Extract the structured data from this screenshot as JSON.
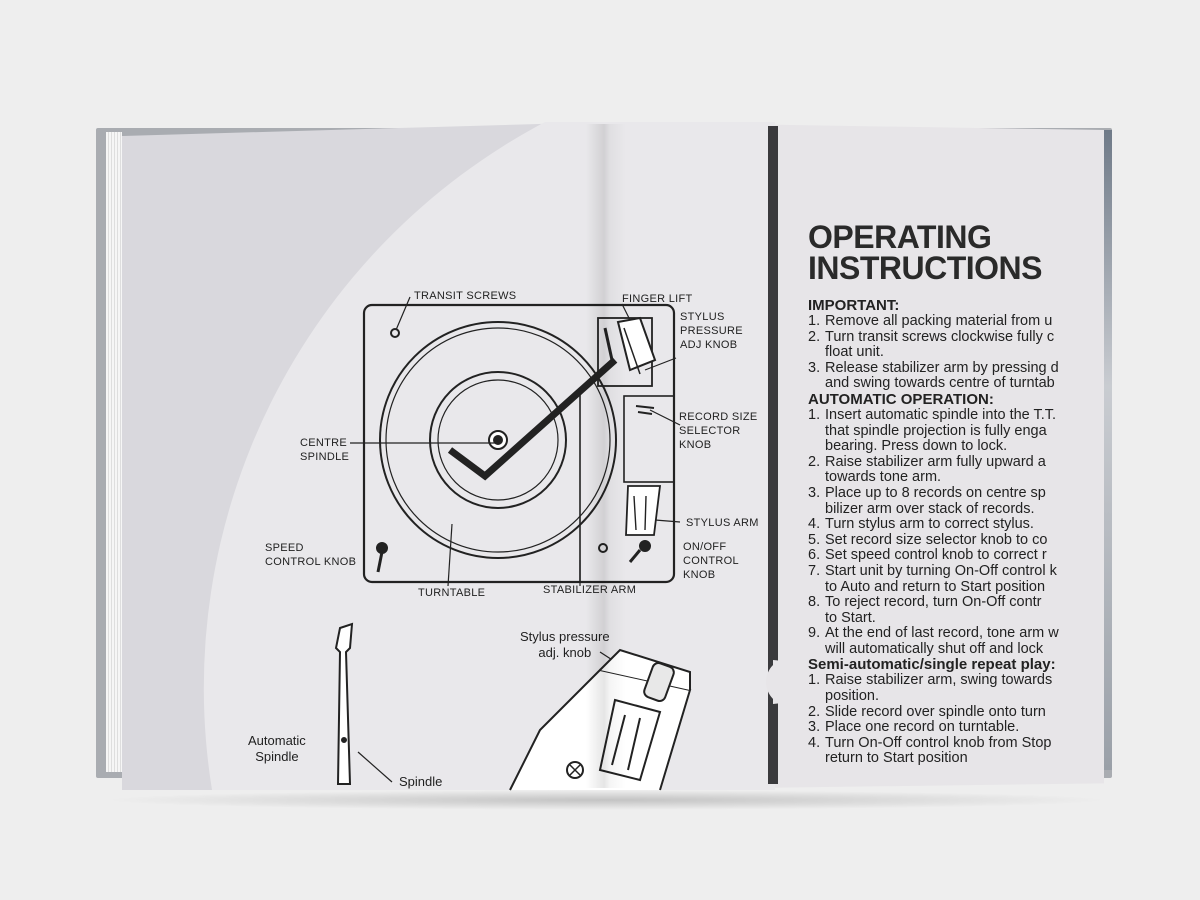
{
  "diagram": {
    "callouts": {
      "transit_screws": "TRANSIT SCREWS",
      "finger_lift": "FINGER LIFT",
      "stylus_pressure": [
        "STYLUS",
        "PRESSURE",
        "ADJ KNOB"
      ],
      "record_size": [
        "RECORD SIZE",
        "SELECTOR",
        "KNOB"
      ],
      "centre_spindle": [
        "CENTRE",
        "SPINDLE"
      ],
      "stylus_arm": "STYLUS ARM",
      "speed_control": [
        "SPEED",
        "CONTROL KNOB"
      ],
      "on_off": [
        "ON/OFF",
        "CONTROL",
        "KNOB"
      ],
      "turntable": "TURNTABLE",
      "stabilizer_arm": "STABILIZER ARM",
      "stylus_pressure_lower": [
        "Stylus pressure",
        "adj. knob"
      ],
      "automatic_spindle": [
        "Automatic",
        "Spindle"
      ],
      "spindle": "Spindle"
    }
  },
  "instructions": {
    "title": [
      "OPERATING",
      "INSTRUCTIONS"
    ],
    "sections": [
      {
        "heading": "IMPORTANT:",
        "steps": [
          {
            "num": "1.",
            "lines": [
              "Remove all packing material from u"
            ]
          },
          {
            "num": "2.",
            "lines": [
              "Turn transit screws clockwise fully c",
              "float unit."
            ]
          },
          {
            "num": "3.",
            "lines": [
              "Release stabilizer arm by pressing d",
              "and swing towards centre of turntab"
            ]
          }
        ]
      },
      {
        "heading": "AUTOMATIC OPERATION:",
        "steps": [
          {
            "num": "1.",
            "lines": [
              "Insert automatic spindle into the T.T.",
              "that spindle projection is fully enga",
              "bearing. Press down to lock."
            ]
          },
          {
            "num": "2.",
            "lines": [
              "Raise stabilizer arm fully upward a",
              "towards tone arm."
            ]
          },
          {
            "num": "3.",
            "lines": [
              "Place up to 8 records on centre sp",
              "bilizer arm over stack of records."
            ]
          },
          {
            "num": "4.",
            "lines": [
              "Turn stylus arm to correct stylus."
            ]
          },
          {
            "num": "5.",
            "lines": [
              "Set record size selector knob to co"
            ]
          },
          {
            "num": "6.",
            "lines": [
              "Set speed control knob to correct r"
            ]
          },
          {
            "num": "7.",
            "lines": [
              "Start unit by turning On-Off control k",
              "to Auto and return to Start position"
            ]
          },
          {
            "num": "8.",
            "lines": [
              "To reject record, turn On-Off contr",
              "to Start."
            ]
          },
          {
            "num": "9.",
            "lines": [
              "At the end of last record, tone arm w",
              "will automatically shut off and lock"
            ]
          }
        ]
      },
      {
        "heading": "Semi-automatic/single repeat play:",
        "steps": [
          {
            "num": "1.",
            "lines": [
              "Raise stabilizer arm, swing towards",
              "position."
            ]
          },
          {
            "num": "2.",
            "lines": [
              "Slide record over spindle onto turn"
            ]
          },
          {
            "num": "3.",
            "lines": [
              "Place one record on turntable."
            ]
          },
          {
            "num": "4.",
            "lines": [
              "Turn On-Off control knob from Stop",
              "return to Start position"
            ]
          }
        ]
      }
    ]
  }
}
